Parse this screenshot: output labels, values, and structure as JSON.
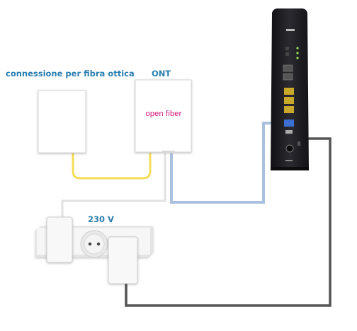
{
  "labels": {
    "fiber_connection": "connessione per fibra ottica",
    "ont": "ONT",
    "voltage": "230 V"
  },
  "ont_brand": "open fiber",
  "colors": {
    "label_blue": "#2b7fb0",
    "fiber_cable": "#f3dc57",
    "ethernet_cable": "#a9c1de",
    "power_cable": "#555555",
    "brand_magenta": "#d4147a",
    "router_body": "#1e1e22"
  }
}
